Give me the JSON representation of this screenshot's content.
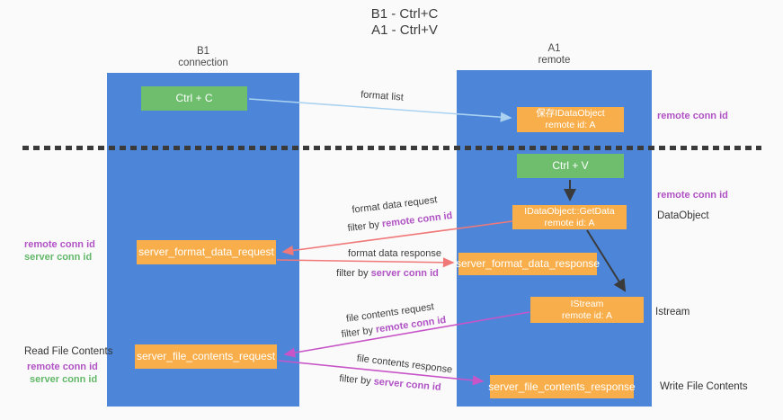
{
  "title": {
    "line1": "B1 - Ctrl+C",
    "line2": "A1 - Ctrl+V"
  },
  "lanes": {
    "left": {
      "name": "B1",
      "sub": "connection"
    },
    "right": {
      "name": "A1",
      "sub": "remote"
    }
  },
  "boxes": {
    "ctrl_c": "Ctrl + C",
    "save_dataobject_line1": "保存IDataObject",
    "save_dataobject_line2": "remote id: A",
    "ctrl_v": "Ctrl + V",
    "getdata_line1": "IDataObject::GetData",
    "getdata_line2": "remote id: A",
    "format_request": "server_format_data_request",
    "format_response": "server_format_data_response",
    "istream_line1": "IStream",
    "istream_line2": "remote id: A",
    "file_request": "server_file_contents_request",
    "file_response": "server_file_contents_response"
  },
  "arrow_labels": {
    "format_list": "format list",
    "format_data_request": "format data request",
    "format_data_response": "format data response",
    "file_contents_request": "file contents request",
    "file_contents_response": "file contents response",
    "filter_prefix": "filter by ",
    "remote_conn_id": "remote conn id",
    "server_conn_id": "server conn id"
  },
  "side_labels": {
    "right_remote_conn_top": "remote conn id",
    "right_remote_conn_mid": "remote conn id",
    "dataobject": "DataObject",
    "istream": "Istream",
    "write_file_contents": "Write File Contents",
    "left_remote_conn_mid": "remote conn id",
    "left_server_conn_mid": "server conn id",
    "read_file_contents": "Read File Contents",
    "left_remote_conn_bottom": "remote conn id",
    "left_server_conn_bottom": "server conn id"
  },
  "colors": {
    "lane_blue": "#4d86d9",
    "box_orange": "#f8ae4a",
    "box_green": "#6ebe6e",
    "purple_label": "#b052c4",
    "green_label": "#62b868",
    "arrow_blue": "#aad2f0",
    "arrow_salmon": "#f07878",
    "arrow_magenta": "#c855c8",
    "arrow_black": "#3a3a3a",
    "background": "#fafafa"
  }
}
